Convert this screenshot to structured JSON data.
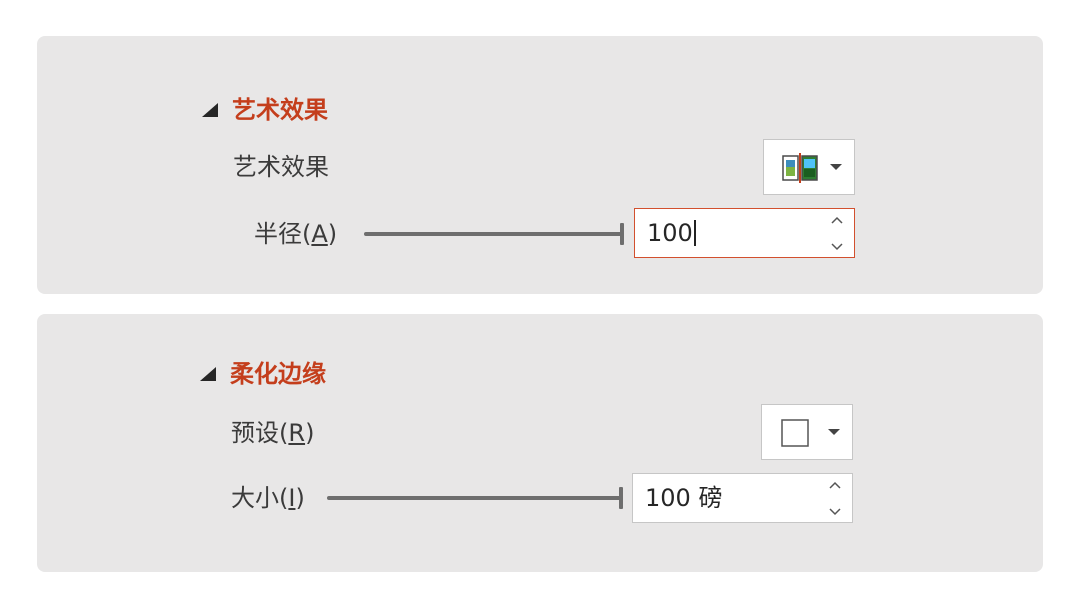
{
  "artistic_effects": {
    "section_title": "艺术效果",
    "effect_label": "艺术效果",
    "radius_label_prefix": "半径(",
    "radius_label_key": "A",
    "radius_label_suffix": ")",
    "radius_value": "100",
    "radius_level": 1.0,
    "dropdown_icon": "artistic-effect-preview-icon"
  },
  "soft_edges": {
    "section_title": "柔化边缘",
    "preset_label_prefix": "预设(",
    "preset_label_key": "R",
    "preset_label_suffix": ")",
    "size_label_prefix": "大小(",
    "size_label_key": "I",
    "size_label_suffix": ")",
    "size_value": "100 磅",
    "size_level": 1.0,
    "dropdown_icon": "empty-square-icon"
  },
  "colors": {
    "panel_bg": "#e8e7e7",
    "accent": "#c43e1c",
    "focus_border": "#d2502e"
  }
}
